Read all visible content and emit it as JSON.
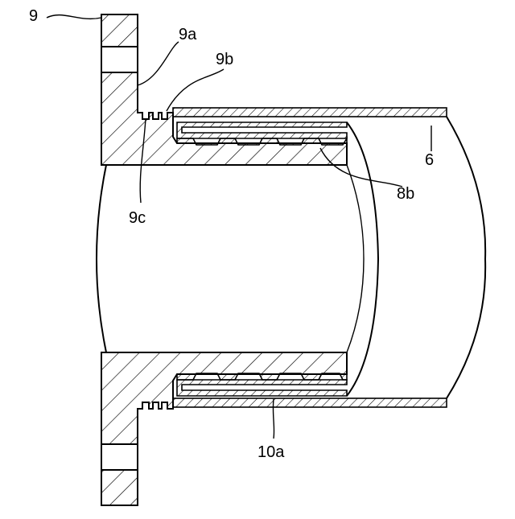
{
  "figure": {
    "labels": {
      "part_9": "9",
      "part_9a": "9a",
      "part_9b": "9b",
      "part_9c": "9c",
      "part_6": "6",
      "part_8b": "8b",
      "part_10a": "10a"
    }
  }
}
